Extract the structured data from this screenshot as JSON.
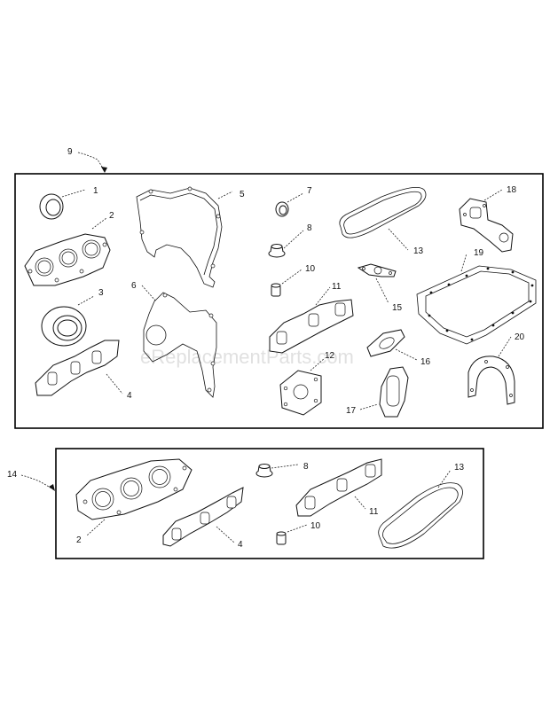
{
  "watermark": "eReplacementParts.com",
  "callouts": {
    "k9": "9",
    "k14": "14",
    "p1": "1",
    "p2": "2",
    "p3": "3",
    "p4": "4",
    "p5": "5",
    "p6": "6",
    "p7": "7",
    "p8": "8",
    "p10": "10",
    "p11": "11",
    "p12": "12",
    "p13": "13",
    "p15": "15",
    "p16": "16",
    "p17": "17",
    "p18": "18",
    "p19": "19",
    "p20": "20",
    "b2": "2",
    "b4": "4",
    "b8": "8",
    "b10": "10",
    "b11": "11",
    "b13": "13"
  }
}
